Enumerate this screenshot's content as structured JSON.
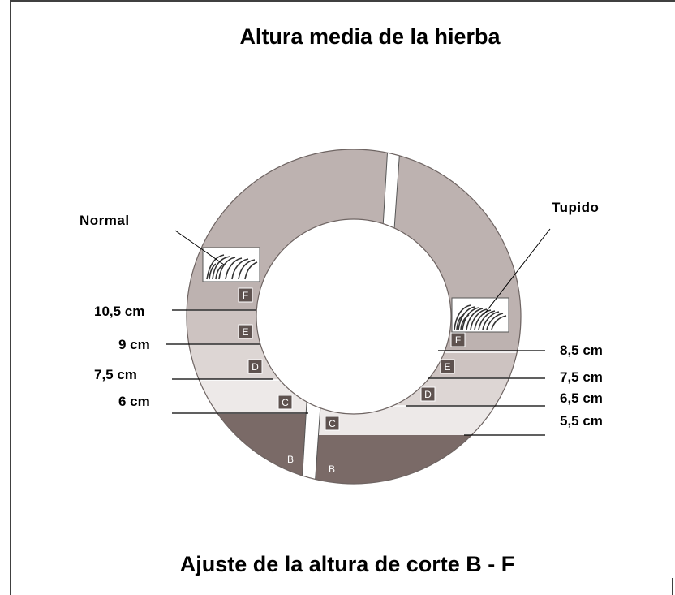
{
  "title": "Altura media de la hierba",
  "subtitle": "Ajuste de la altura de corte B - F",
  "labels": {
    "left": "Normal",
    "right": "Tupido"
  },
  "left_heights": [
    "10,5 cm",
    "9 cm",
    "7,5 cm",
    "6 cm"
  ],
  "right_heights": [
    "8,5 cm",
    "7,5 cm",
    "6,5 cm",
    "5,5 cm"
  ],
  "left_settings": [
    "F",
    "E",
    "D",
    "C",
    "B"
  ],
  "right_settings": [
    "F",
    "E",
    "D",
    "C",
    "B"
  ],
  "colors": {
    "band_F": "#bdb2b0",
    "band_E": "#cdc3c1",
    "band_D": "#ddd6d4",
    "band_C": "#ede9e8",
    "band_B": "#7a6a67",
    "badge": "#5e524f"
  }
}
